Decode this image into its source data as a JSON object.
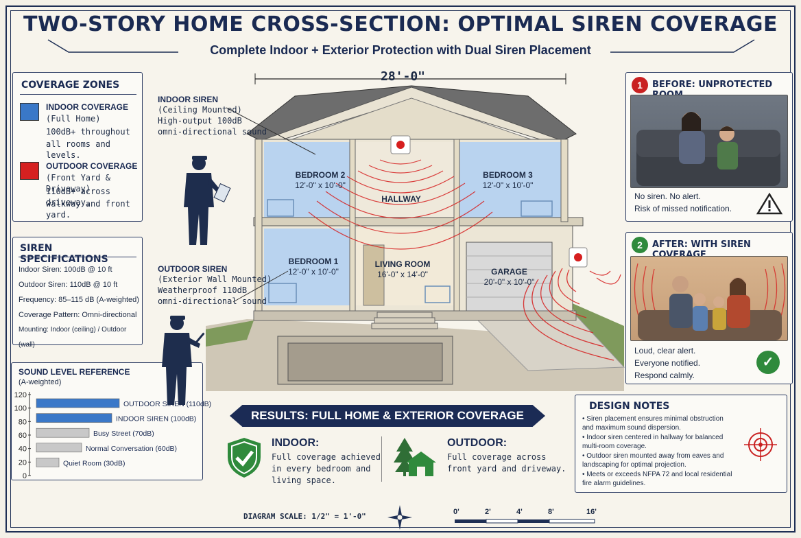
{
  "header": {
    "title": "TWO-STORY HOME CROSS-SECTION: OPTIMAL SIREN COVERAGE",
    "subtitle": "Complete Indoor + Exterior Protection with Dual Siren Placement"
  },
  "zones": {
    "heading": "COVERAGE ZONES",
    "indoor": {
      "title": "INDOOR COVERAGE",
      "sub": "(Full Home)",
      "desc1": "100dB+ throughout",
      "desc2": "all rooms and levels.",
      "color": "#3a78c8"
    },
    "outdoor": {
      "title": "OUTDOOR COVERAGE",
      "sub": "(Front Yard & Driveway)",
      "desc1": "110dB+ across driveway,",
      "desc2": "walkway and front yard.",
      "color": "#d62020"
    }
  },
  "specs": {
    "heading": "SIREN SPECIFICATIONS",
    "lines": [
      "Indoor Siren: 100dB @ 10 ft",
      "Outdoor Siren: 110dB @ 10 ft",
      "Frequency: 85–115 dB (A-weighted)",
      "Coverage Pattern: Omni-directional",
      "Mounting: Indoor (ceiling) / Outdoor (wall)"
    ]
  },
  "sound": {
    "heading": "SOUND LEVEL REFERENCE",
    "sub": "(A-weighted)"
  },
  "chart_data": {
    "type": "bar",
    "title": "SOUND LEVEL REFERENCE",
    "ylim": [
      0,
      120
    ],
    "ticks": [
      "120",
      "100",
      "80",
      "60",
      "40",
      "20",
      "0"
    ],
    "categories": [
      "OUTDOOR SIREN (110dB)",
      "INDOOR SIREN (100dB)",
      "Busy Street (70dB)",
      "Normal Conversation (60dB)",
      "Quiet Room (30dB)"
    ],
    "values": [
      110,
      100,
      70,
      60,
      30
    ],
    "colors": [
      "#3a78c8",
      "#3a78c8",
      "#c8c8c8",
      "#c8c8c8",
      "#c8c8c8"
    ]
  },
  "house": {
    "width_label": "28'-0\"",
    "rooms": [
      {
        "name": "BEDROOM 2",
        "size": "12'-0\" x 10'-0\""
      },
      {
        "name": "BEDROOM 3",
        "size": "12'-0\" x 10'-0\""
      },
      {
        "name": "HALLWAY",
        "size": ""
      },
      {
        "name": "BEDROOM 1",
        "size": "12'-0\" x 10'-0\""
      },
      {
        "name": "LIVING ROOM",
        "size": "16'-0\" x 14'-0\""
      },
      {
        "name": "GARAGE",
        "size": "20'-0\" x 10'-0\""
      }
    ],
    "indoor_callout": {
      "title": "INDOOR SIREN",
      "l1": "(Ceiling Mounted)",
      "l2": "High-output 100dB",
      "l3": "omni-directional sound"
    },
    "outdoor_callout": {
      "title": "OUTDOOR SIREN",
      "l1": "(Exterior Wall Mounted)",
      "l2": "Weatherproof 110dB",
      "l3": "omni-directional sound"
    }
  },
  "before": {
    "num": "1",
    "title": "BEFORE: UNPROTECTED ROOM",
    "l1": "No siren. No alert.",
    "l2": "Risk of missed notification."
  },
  "after": {
    "num": "2",
    "title": "AFTER: WITH SIREN COVERAGE",
    "l1": "Loud, clear alert.",
    "l2": "Everyone notified.",
    "l3": "Respond calmly."
  },
  "results": {
    "banner": "RESULTS: FULL HOME & EXTERIOR COVERAGE",
    "indoor": {
      "title": "INDOOR:",
      "l1": "Full coverage achieved",
      "l2": "in every bedroom and",
      "l3": "living space."
    },
    "outdoor": {
      "title": "OUTDOOR:",
      "l1": "Full coverage across",
      "l2": "front yard and driveway."
    }
  },
  "notes": {
    "heading": "DESIGN NOTES",
    "items": [
      "Siren placement ensures minimal obstruction and maximum sound dispersion.",
      "Indoor siren centered in hallway for balanced multi-room coverage.",
      "Outdoor siren mounted away from eaves and landscaping for optimal projection.",
      "Meets or exceeds NFPA 72 and local residential fire alarm guidelines."
    ]
  },
  "scale": {
    "label": "DIAGRAM SCALE: 1/2\" = 1'-0\"",
    "ticks": [
      "0'",
      "2'",
      "4'",
      "8'",
      "16'"
    ]
  }
}
